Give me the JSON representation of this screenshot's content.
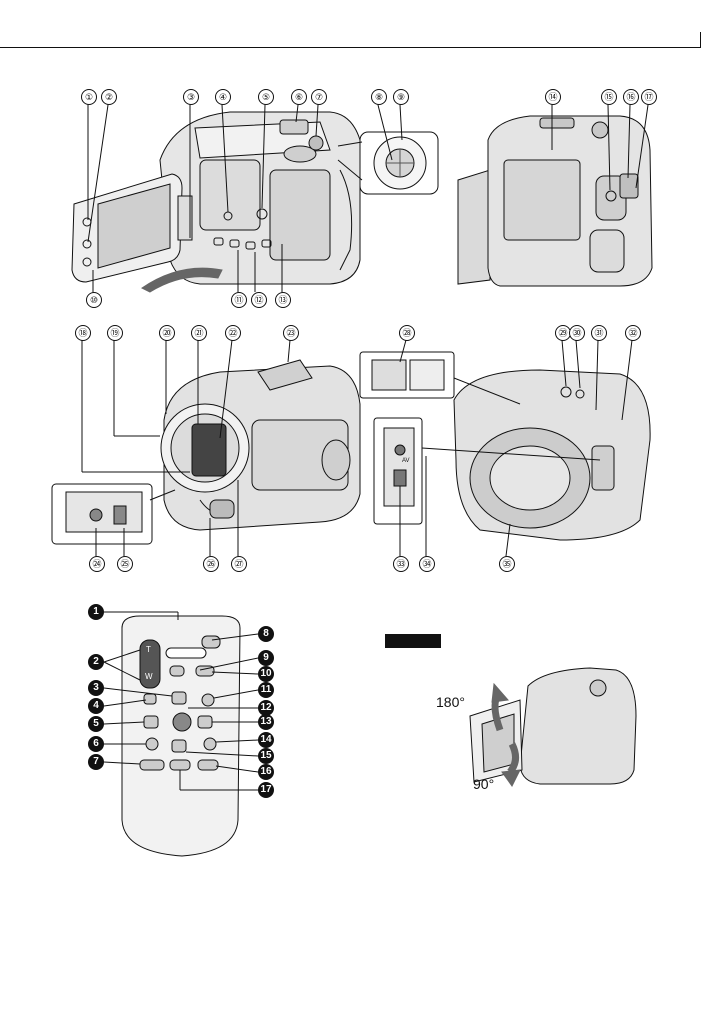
{
  "page": {
    "background": "#ffffff",
    "ink": "#111111",
    "device_gray": "#d0d0d0"
  },
  "top_diagram": {
    "callouts": [
      "①",
      "②",
      "③",
      "④",
      "⑤",
      "⑥",
      "⑦",
      "⑧",
      "⑨",
      "⑩",
      "⑪",
      "⑫",
      "⑬"
    ],
    "side_callouts": [
      "⑭",
      "⑮",
      "⑯",
      "⑰"
    ]
  },
  "middle_diagram": {
    "left_callouts": [
      "⑱",
      "⑲",
      "⑳",
      "㉑",
      "㉒",
      "㉓",
      "㉔",
      "㉕",
      "㉖",
      "㉗"
    ],
    "right_callouts": [
      "㉘",
      "㉙",
      "㉚",
      "㉛",
      "㉜",
      "㉝",
      "㉞",
      "㉟"
    ],
    "av_label": "AV"
  },
  "remote": {
    "callouts": [
      "1",
      "2",
      "3",
      "4",
      "5",
      "6",
      "7",
      "8",
      "9",
      "10",
      "11",
      "12",
      "13",
      "14",
      "15",
      "16",
      "17"
    ],
    "zoom_t": "T",
    "zoom_w": "W"
  },
  "note": {
    "label": "",
    "rotate_up": "180°",
    "rotate_down": "90°"
  }
}
